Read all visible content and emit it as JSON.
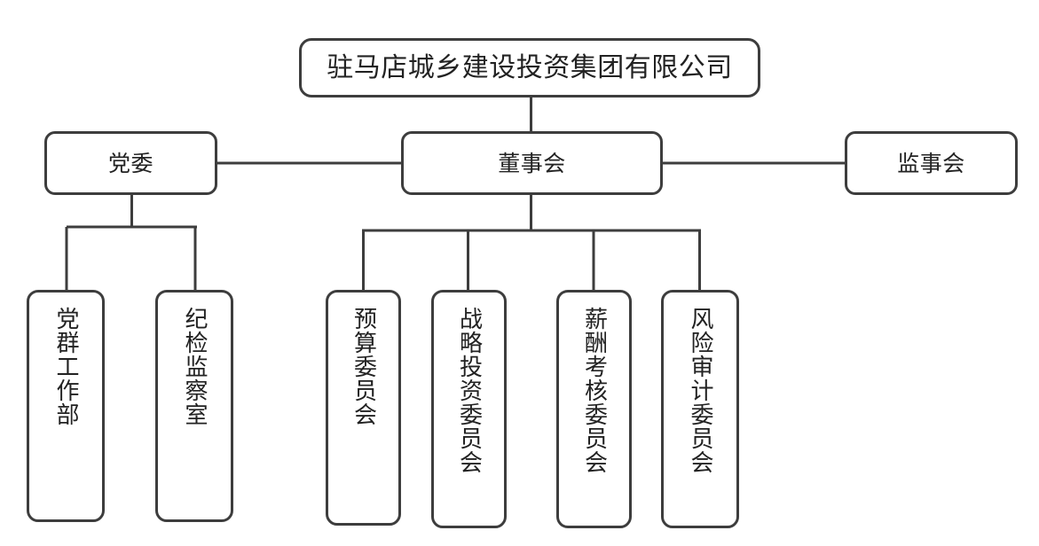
{
  "diagram": {
    "type": "organizational-chart",
    "title_text": "驻马店城乡建设投资集团有限公司",
    "orientation": "top-down",
    "stroke_color": "#3d3d3d",
    "text_color": "#222222",
    "background_color": "#ffffff"
  },
  "nodes": {
    "root": {
      "label": "驻马店城乡建设投资集团有限公司"
    },
    "level_two": [
      {
        "label": "党委"
      },
      {
        "label": "董事会"
      },
      {
        "label": "监事会"
      }
    ],
    "party_children": [
      {
        "label": "党群工作部"
      },
      {
        "label": "纪检监察室"
      }
    ],
    "board_children": [
      {
        "label": "预算委员会"
      },
      {
        "label": "战略投资委员会"
      },
      {
        "label": "薪酬考核委员会"
      },
      {
        "label": "风险审计委员会"
      }
    ]
  }
}
